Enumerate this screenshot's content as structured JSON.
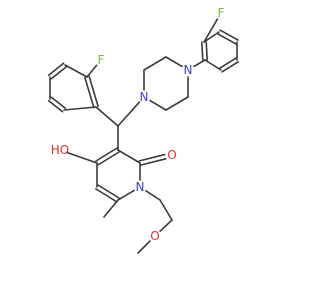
{
  "diagram": {
    "atoms": [
      {
        "id": "F_ph1",
        "label": "F"
      },
      {
        "id": "F_ph2",
        "label": "F"
      },
      {
        "id": "N_pip1",
        "label": "N"
      },
      {
        "id": "N_pip2",
        "label": "N"
      },
      {
        "id": "OH",
        "label": "HO"
      },
      {
        "id": "O_carbonyl",
        "label": "O"
      },
      {
        "id": "N_ring",
        "label": "N"
      },
      {
        "id": "O_ether",
        "label": "O"
      }
    ],
    "colors": {
      "bond": "#3a3a3a",
      "F": "#7fb24d",
      "N": "#3d3dcc",
      "O": "#e03030"
    }
  }
}
